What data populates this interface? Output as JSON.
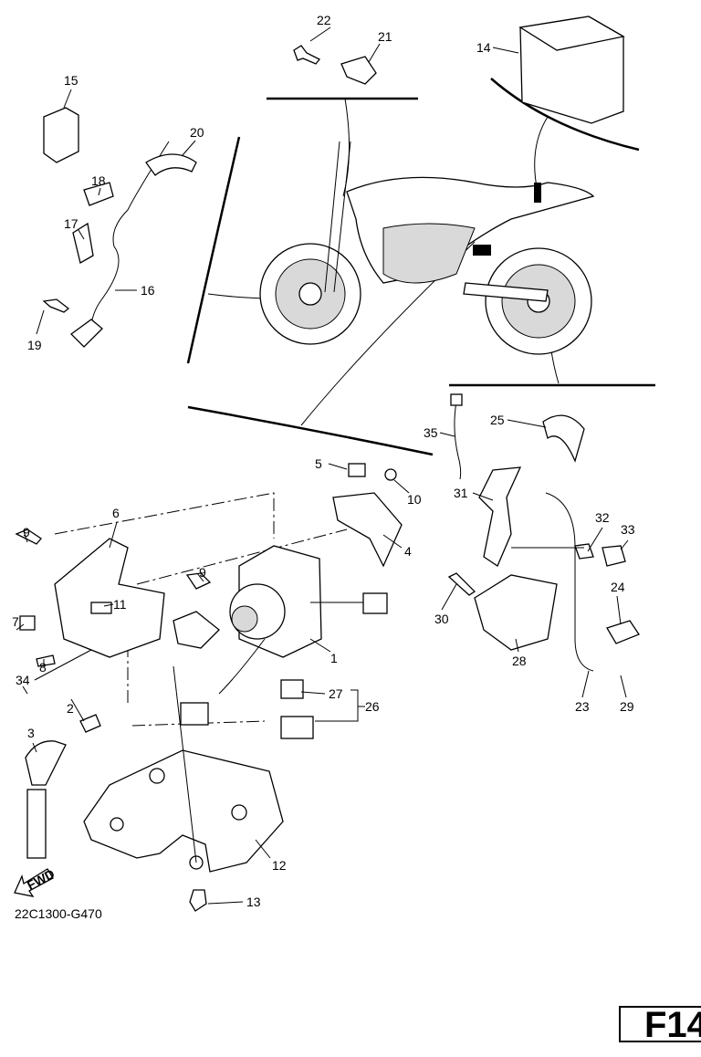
{
  "diagram": {
    "callouts": [
      "1",
      "2",
      "3",
      "4",
      "5",
      "6",
      "7",
      "8",
      "9",
      "9",
      "10",
      "11",
      "12",
      "13",
      "14",
      "15",
      "16",
      "17",
      "18",
      "19",
      "20",
      "21",
      "22",
      "23",
      "24",
      "25",
      "26",
      "27",
      "28",
      "29",
      "30",
      "31",
      "32",
      "33",
      "34",
      "35"
    ],
    "fwd_label": "FWD",
    "drawing_code": "22C1300-G470",
    "page_label": "F14"
  }
}
